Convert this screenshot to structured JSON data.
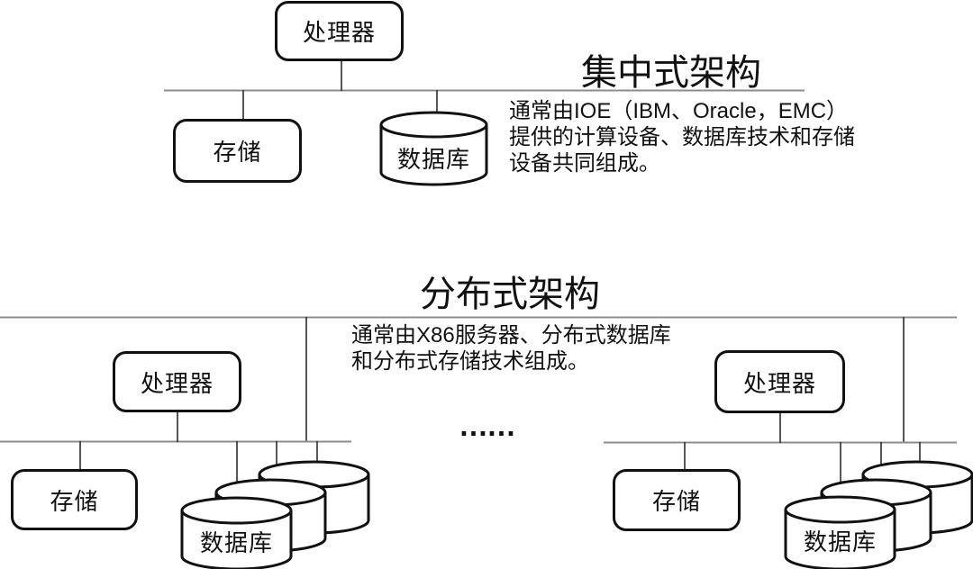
{
  "colors": {
    "background": "#ffffff",
    "shape_outline": "#111111",
    "bus_line": "#8c8c8c",
    "connector_line": "#2b2b2b",
    "text": "#111111"
  },
  "centralized": {
    "title": "集中式架构",
    "description_lines": [
      "通常由IOE（IBM、Oracle，EMC）",
      "提供的计算设备、数据库技术和存储",
      "设备共同组成。"
    ],
    "processor_label": "处理器",
    "storage_label": "存储",
    "database_label": "数据库"
  },
  "distributed": {
    "title": "分布式架构",
    "description_lines": [
      "通常由X86服务器、分布式数据库",
      "和分布式存储技术组成。"
    ],
    "ellipsis": "……",
    "left_cluster": {
      "processor_label": "处理器",
      "storage_label": "存储",
      "database_label": "数据库"
    },
    "right_cluster": {
      "processor_label": "处理器",
      "storage_label": "存储",
      "database_label": "数据库"
    }
  }
}
